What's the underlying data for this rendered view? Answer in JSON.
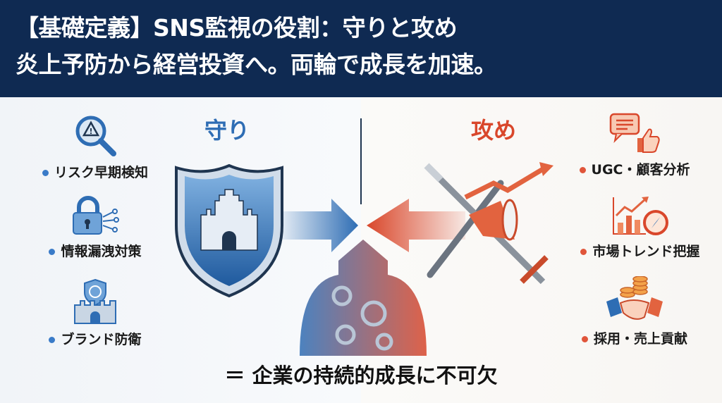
{
  "header": {
    "line1": "【基礎定義】SNS監視の役割：守りと攻め",
    "line2": "炎上予防から経営投資へ。両輪で成長を加速。"
  },
  "defense": {
    "title": "守り",
    "color": "#2e6db4",
    "items": [
      {
        "label": "リスク早期検知",
        "icon": "magnifier-warning-icon"
      },
      {
        "label": "情報漏洩対策",
        "icon": "padlock-circuit-icon"
      },
      {
        "label": "ブランド防衛",
        "icon": "fortress-shield-icon"
      }
    ]
  },
  "offense": {
    "title": "攻め",
    "color": "#d9472b",
    "items": [
      {
        "label": "UGC・顧客分析",
        "icon": "chat-thumbs-up-icon"
      },
      {
        "label": "市場トレンド把握",
        "icon": "chart-compass-icon"
      },
      {
        "label": "採用・売上貢献",
        "icon": "handshake-coins-icon"
      }
    ]
  },
  "footer": {
    "text": "＝ 企業の持続的成長に不可欠"
  }
}
